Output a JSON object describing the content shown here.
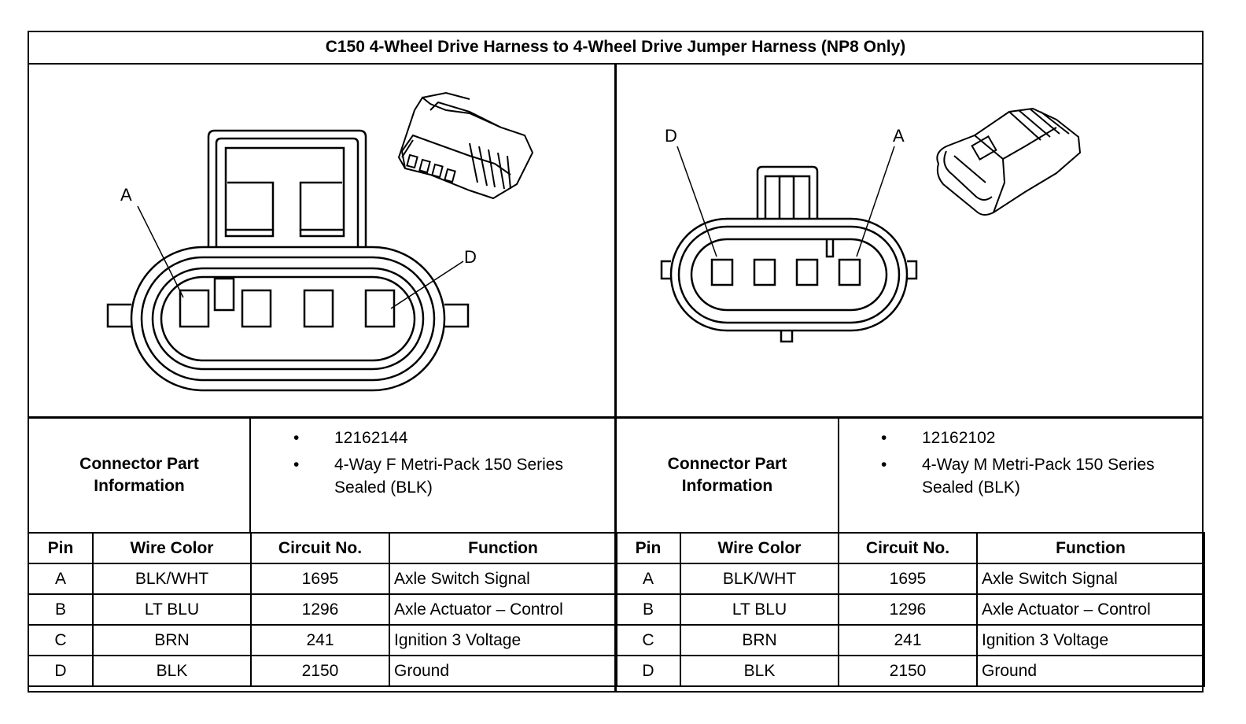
{
  "title": "C150 4-Wheel Drive Harness to 4-Wheel Drive Jumper Harness (NP8 Only)",
  "left": {
    "pin_labels": {
      "first": "A",
      "last": "D"
    },
    "cpi_label_line1": "Connector Part",
    "cpi_label_line2": "Information",
    "part_number": "12162144",
    "description_line1": "4-Way F Metri-Pack 150 Series",
    "description_line2": "Sealed (BLK)",
    "headers": {
      "pin": "Pin",
      "wire_color": "Wire Color",
      "circuit": "Circuit No.",
      "function": "Function"
    },
    "rows": [
      {
        "pin": "A",
        "wire_color": "BLK/WHT",
        "circuit": "1695",
        "function": "Axle Switch Signal"
      },
      {
        "pin": "B",
        "wire_color": "LT BLU",
        "circuit": "1296",
        "function": "Axle Actuator – Control"
      },
      {
        "pin": "C",
        "wire_color": "BRN",
        "circuit": "241",
        "function": "Ignition 3 Voltage"
      },
      {
        "pin": "D",
        "wire_color": "BLK",
        "circuit": "2150",
        "function": "Ground"
      }
    ]
  },
  "right": {
    "pin_labels": {
      "first": "D",
      "last": "A"
    },
    "cpi_label_line1": "Connector Part",
    "cpi_label_line2": "Information",
    "part_number": "12162102",
    "description_line1": "4-Way M Metri-Pack 150 Series",
    "description_line2": "Sealed (BLK)",
    "headers": {
      "pin": "Pin",
      "wire_color": "Wire Color",
      "circuit": "Circuit No.",
      "function": "Function"
    },
    "rows": [
      {
        "pin": "A",
        "wire_color": "BLK/WHT",
        "circuit": "1695",
        "function": "Axle Switch Signal"
      },
      {
        "pin": "B",
        "wire_color": "LT BLU",
        "circuit": "1296",
        "function": "Axle Actuator – Control"
      },
      {
        "pin": "C",
        "wire_color": "BRN",
        "circuit": "241",
        "function": "Ignition 3 Voltage"
      },
      {
        "pin": "D",
        "wire_color": "BLK",
        "circuit": "2150",
        "function": "Ground"
      }
    ]
  }
}
